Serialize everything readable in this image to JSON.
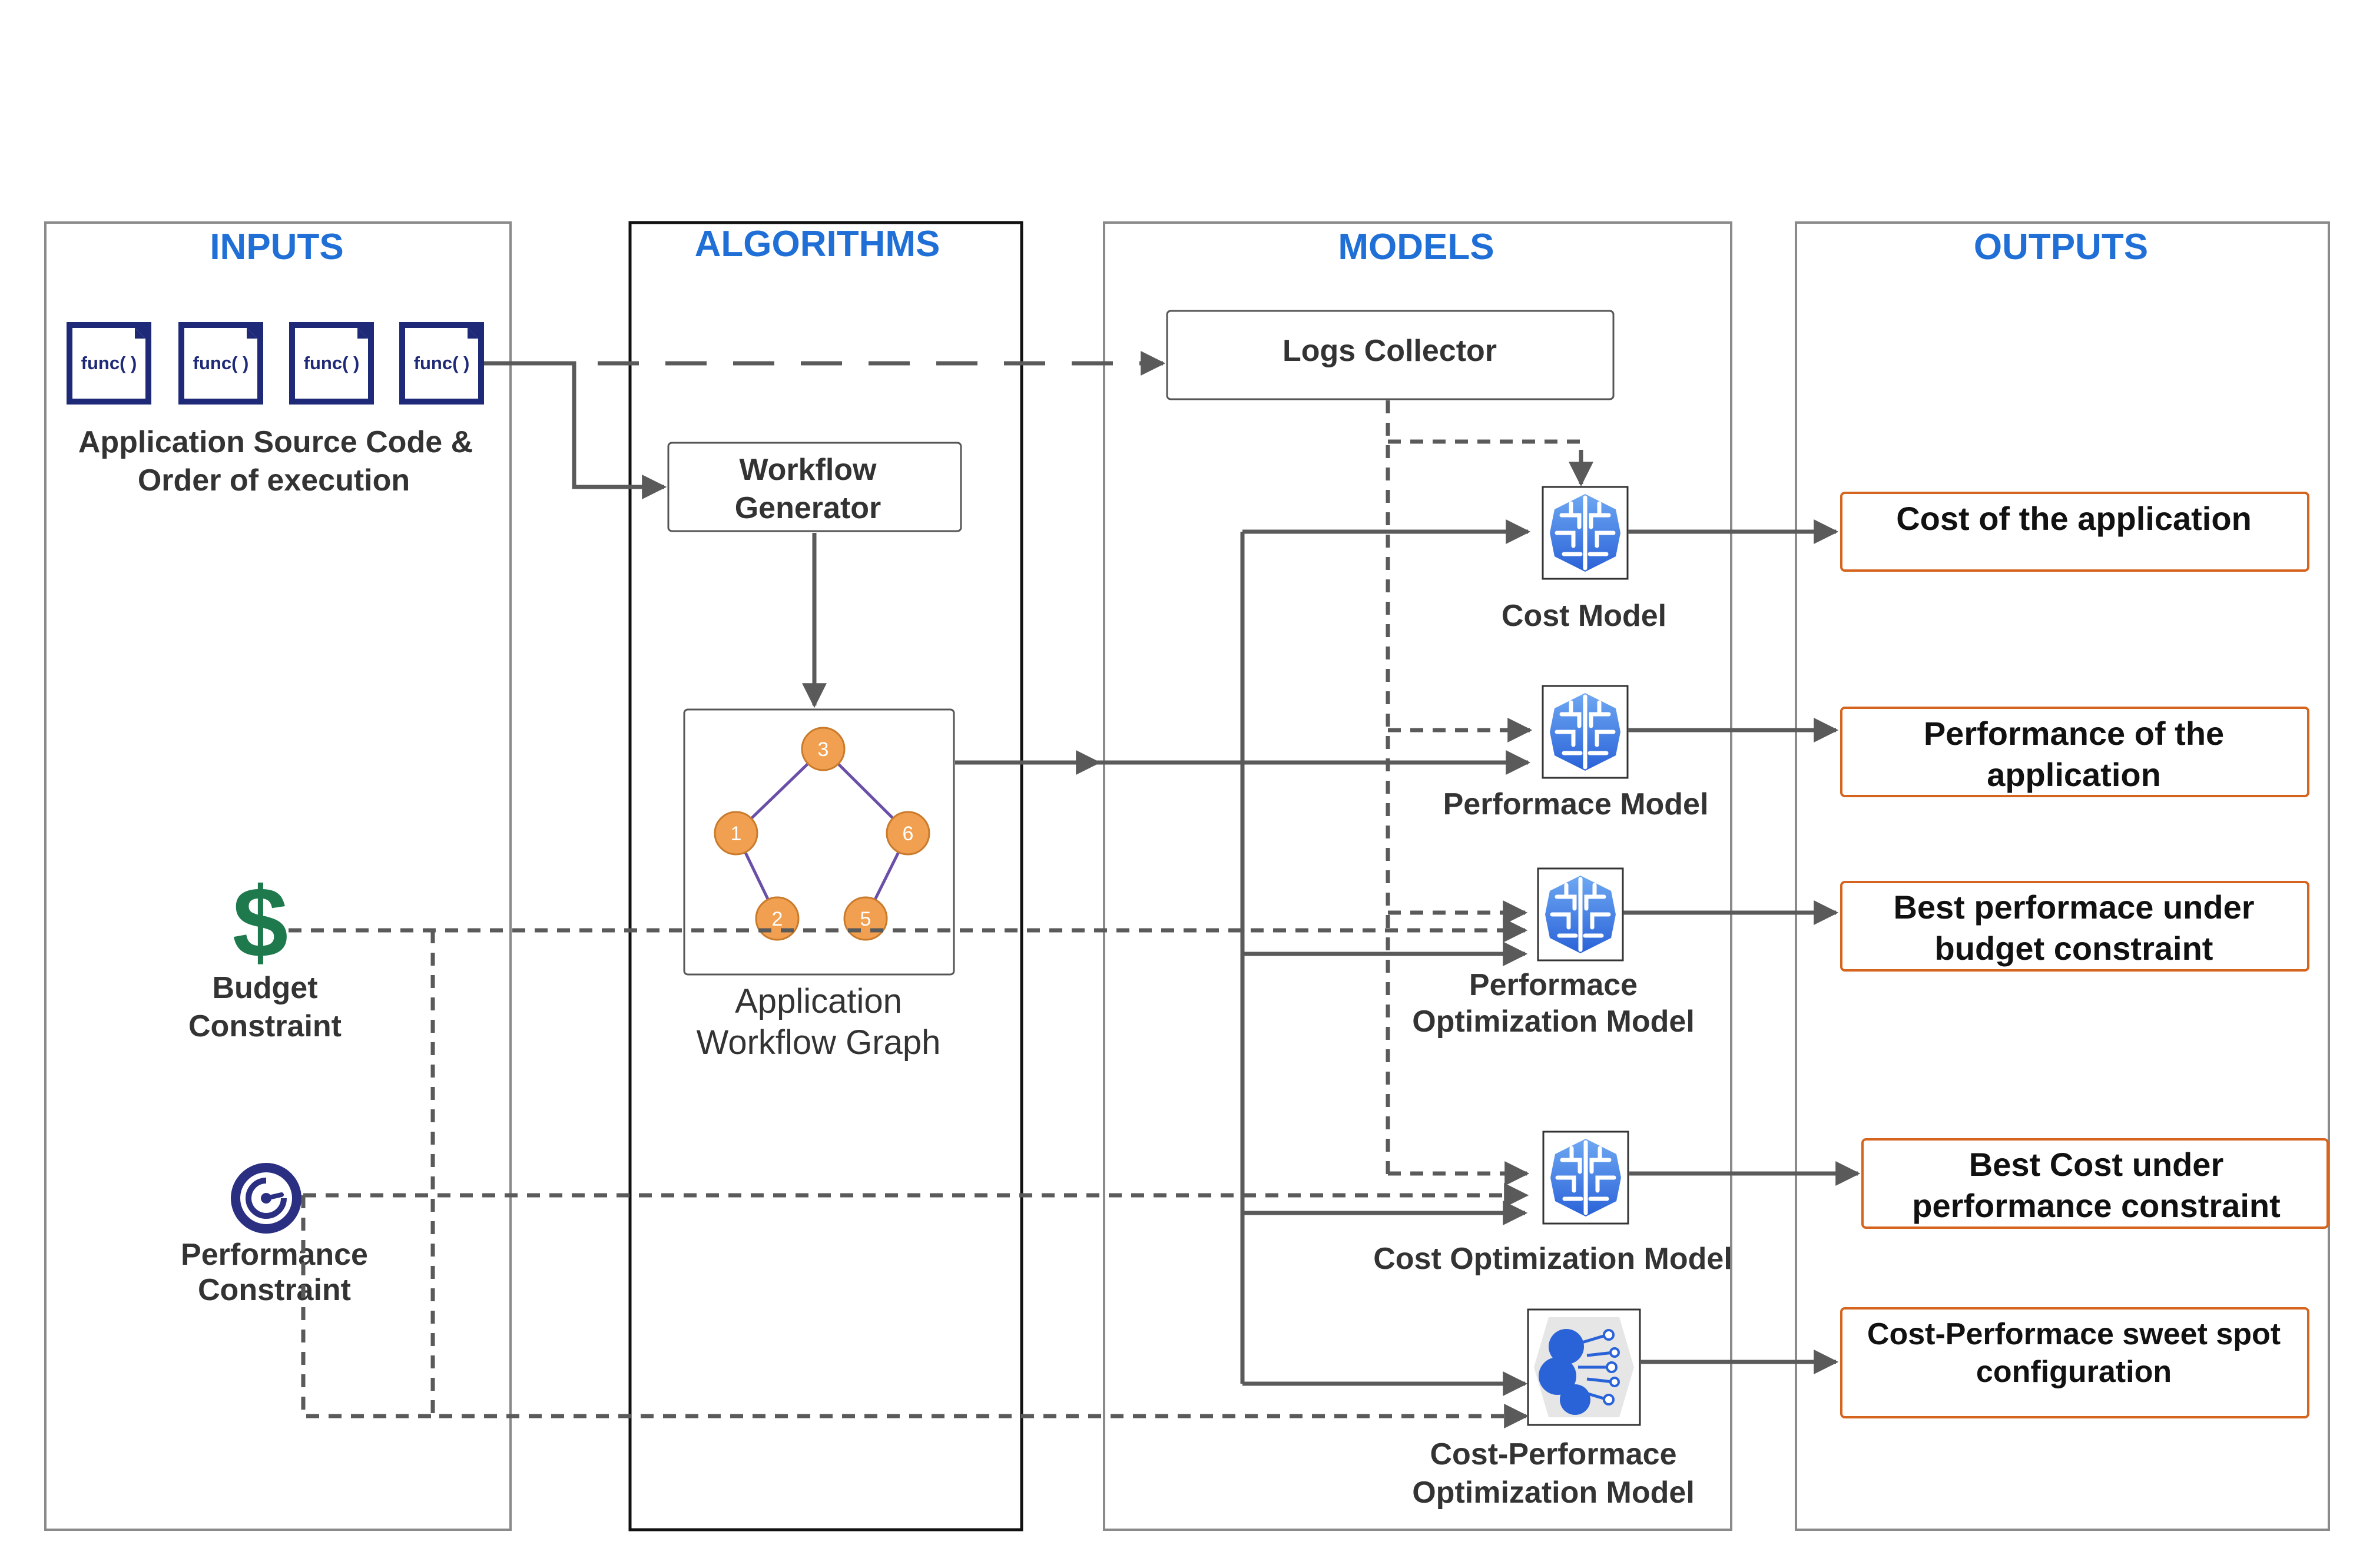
{
  "columns": {
    "inputs": "INPUTS",
    "algorithms": "ALGORITHMS",
    "models": "MODELS",
    "outputs": "OUTPUTS"
  },
  "inputs": {
    "func_label": "func( )",
    "source_code_line1": "Application Source Code &",
    "source_code_line2": "Order of execution",
    "budget_line1": "Budget",
    "budget_line2": "Constraint",
    "performance_line1": "Performance",
    "performance_line2": "Constraint"
  },
  "algorithms": {
    "workflow_generator_line1": "Workflow",
    "workflow_generator_line2": "Generator",
    "graph_nodes": [
      "3",
      "1",
      "6",
      "2",
      "5"
    ],
    "graph_label_line1": "Application",
    "graph_label_line2": "Workflow Graph"
  },
  "models": {
    "logs_collector": "Logs Collector",
    "cost_model": "Cost Model",
    "performance_model": "Performace Model",
    "perf_opt_line1": "Performace",
    "perf_opt_line2": "Optimization Model",
    "cost_opt": "Cost  Optimization Model",
    "cost_perf_line1": "Cost-Performace",
    "cost_perf_line2": "Optimization Model"
  },
  "outputs": {
    "cost_app": "Cost of the application",
    "perf_app_line1": "Performance of the",
    "perf_app_line2": "application",
    "best_perf_line1": "Best performace under",
    "best_perf_line2": "budget constraint",
    "best_cost_line1": "Best Cost under",
    "best_cost_line2": "performance constraint",
    "sweet_line1": "Cost-Performace  sweet spot",
    "sweet_line2": "configuration"
  },
  "colors": {
    "header": "#1f6fd6",
    "output_border": "#d4641e",
    "node_fill": "#f0a050",
    "edge": "#6a4fa8",
    "dollar": "#1e7a4c",
    "gauge": "#2a2f82"
  }
}
